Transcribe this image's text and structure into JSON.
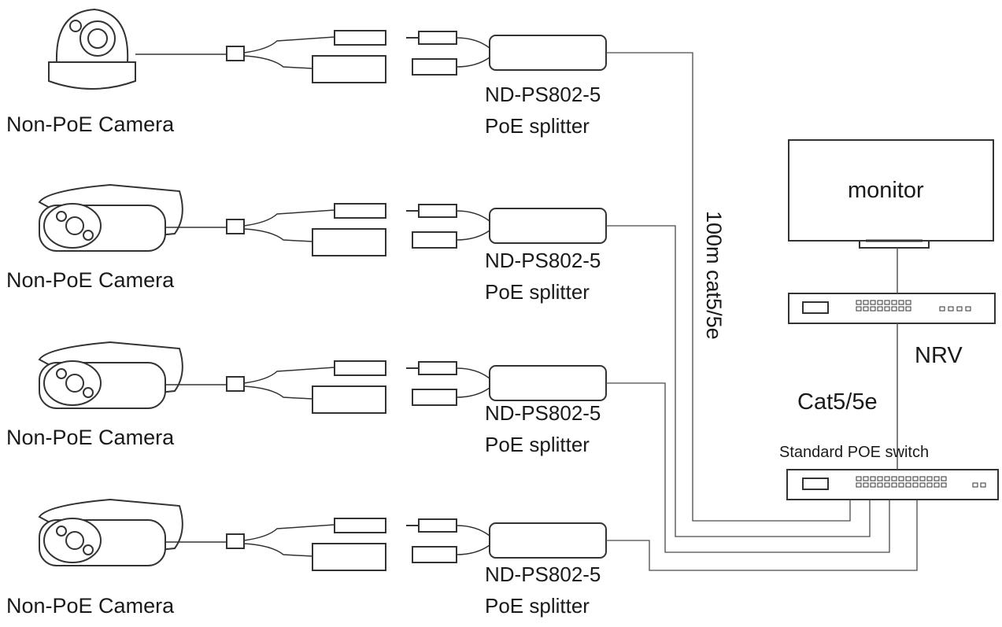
{
  "cameras": [
    {
      "label": "Non-PoE Camera",
      "style": "dome"
    },
    {
      "label": "Non-PoE Camera",
      "style": "bullet"
    },
    {
      "label": "Non-PoE Camera",
      "style": "bullet"
    },
    {
      "label": "Non-PoE Camera",
      "style": "bullet"
    }
  ],
  "splitters": [
    {
      "model": "ND-PS802-5",
      "type": "PoE splitter"
    },
    {
      "model": "ND-PS802-5",
      "type": "PoE splitter"
    },
    {
      "model": "ND-PS802-5",
      "type": "PoE splitter"
    },
    {
      "model": "ND-PS802-5",
      "type": "PoE splitter"
    }
  ],
  "cable_label": "100m cat5/5e",
  "monitor_label": "monitor",
  "nvr_label": "NRV",
  "cat_label": "Cat5/5e",
  "switch_label": "Standard POE switch",
  "colors": {
    "line": "#4a4a4a",
    "stroke": "#333333",
    "background": "#ffffff"
  }
}
